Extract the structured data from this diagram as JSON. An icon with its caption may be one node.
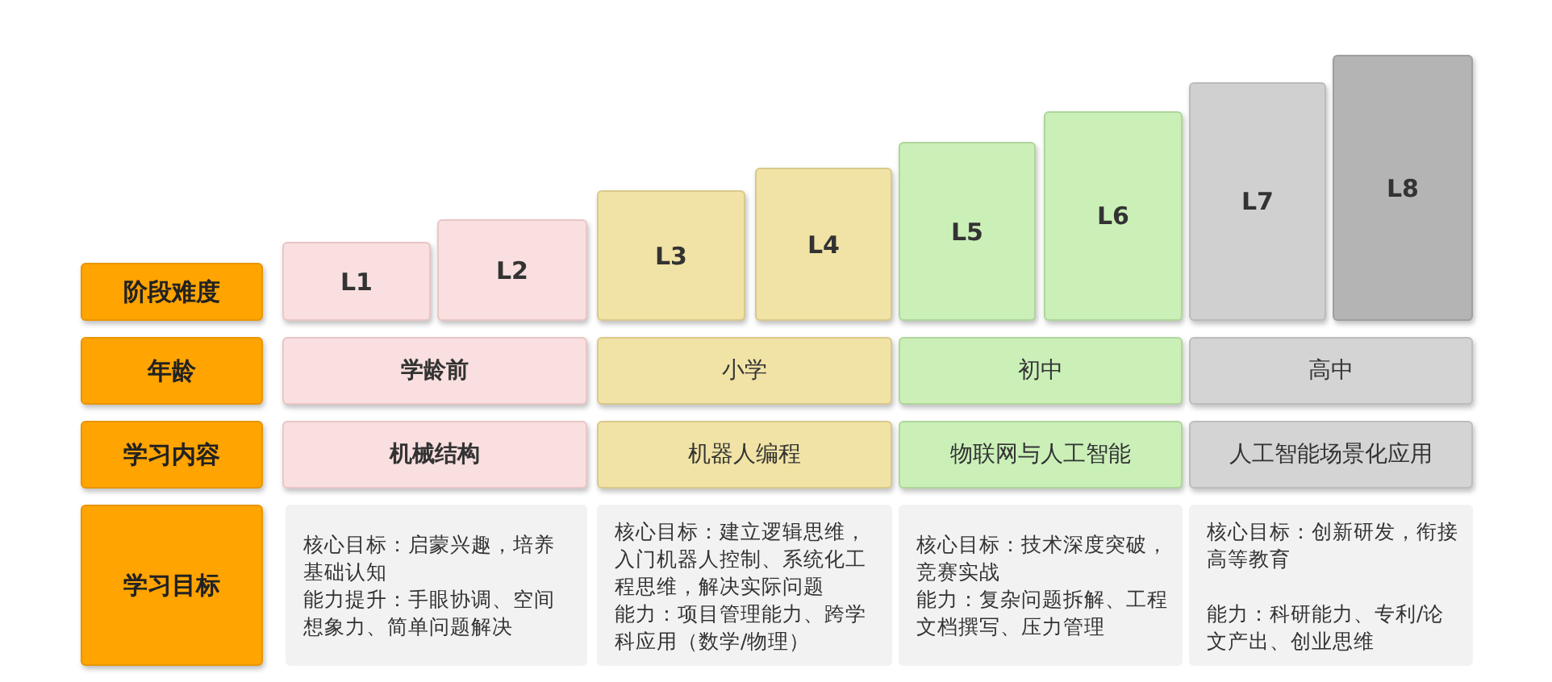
{
  "diagram": {
    "nodes": [
      {
        "text": [
          "阶段难度"
        ]
      },
      {
        "text": [
          "年龄"
        ]
      },
      {
        "text": [
          "学习内容"
        ]
      },
      {
        "text": [
          "学习目标"
        ]
      },
      {
        "text": [
          "L1"
        ]
      },
      {
        "text": [
          "L2"
        ]
      },
      {
        "text": [
          "L3"
        ]
      },
      {
        "text": [
          "L4"
        ]
      },
      {
        "text": [
          "L5"
        ]
      },
      {
        "text": [
          "L6"
        ]
      },
      {
        "text": [
          "L7"
        ]
      },
      {
        "text": [
          "L8"
        ]
      },
      {
        "text": [
          "学龄前"
        ]
      },
      {
        "text": [
          "小学"
        ]
      },
      {
        "text": [
          "初中"
        ]
      },
      {
        "text": [
          "高中"
        ]
      },
      {
        "text": [
          "机械结构"
        ]
      },
      {
        "text": [
          "机器人编程"
        ]
      },
      {
        "text": [
          "物联网与人工智能"
        ]
      },
      {
        "text": [
          "人工智能场景化应用"
        ]
      },
      {
        "text": [
          "核心目标：启蒙兴趣，培养基础认知",
          "能力提升：手眼协调、空间想象力、简单问题解决"
        ]
      },
      {
        "text": [
          "核心目标：建立逻辑思维，入门机器人控制、系统化工程思维，解决实际问题",
          "能力：项目管理能力、跨学科应用（数学/物理）"
        ]
      },
      {
        "text": [
          "核心目标：技术深度突破，竞赛实战",
          "能力：复杂问题拆解、工程文档撰写、压力管理"
        ]
      },
      {
        "text": [
          "核心目标：创新研发，衔接高等教育",
          "能力：科研能力、专利/论文产出、创业思维"
        ]
      }
    ]
  }
}
